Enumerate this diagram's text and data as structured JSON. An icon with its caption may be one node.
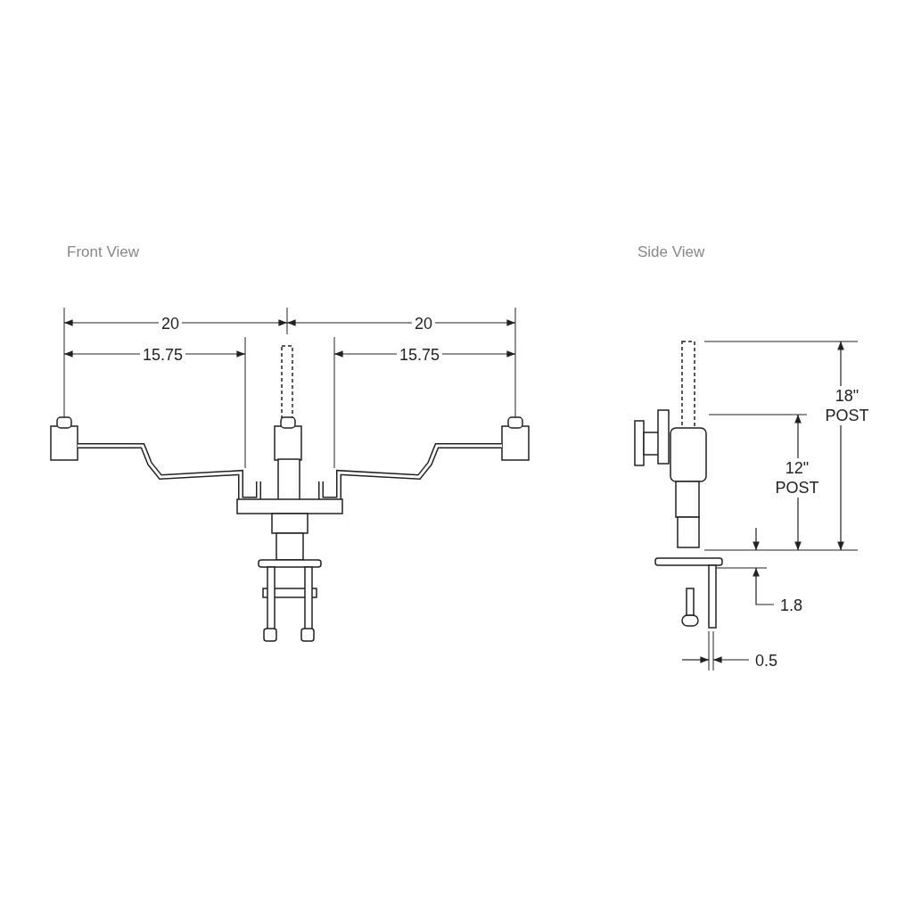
{
  "diagram": {
    "labels": [
      "Front View",
      "Side View",
      "20",
      "20",
      "15.75",
      "15.75",
      "18\" POST",
      "12\" POST",
      "1.8",
      "0.5"
    ]
  }
}
